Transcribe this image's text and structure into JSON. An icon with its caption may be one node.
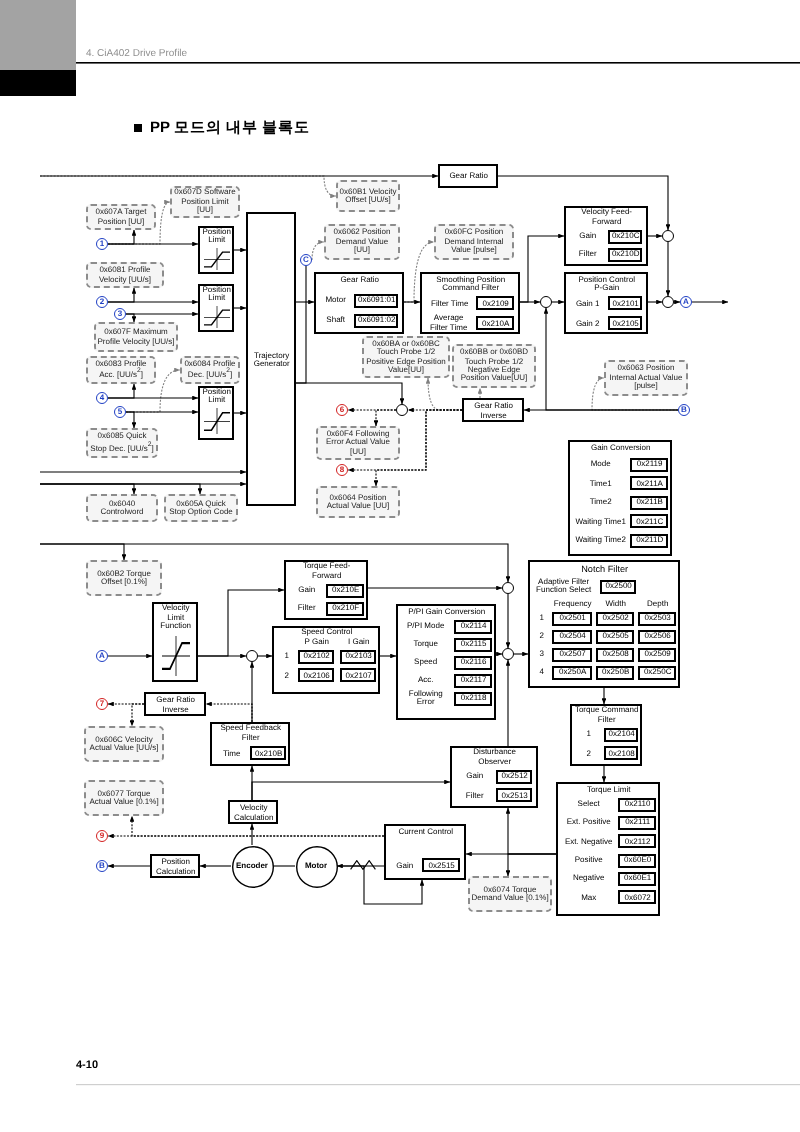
{
  "diagram": {
    "title": "PP 모드의 내부 블록도",
    "nodes": [
      {
        "text": [
          "0x607D Software Position Limit [UU]"
        ]
      },
      {
        "text": [
          "0x60B1 Velocity Offset [UU/s]"
        ]
      },
      {
        "text": [
          "Gear Ratio"
        ]
      },
      {
        "text": [
          "0x607A Target Position [UU]"
        ]
      },
      {
        "text": [
          "1"
        ]
      },
      {
        "text": [
          "Position Limit"
        ]
      },
      {
        "text": [
          "Trajectory Generator"
        ]
      },
      {
        "text": [
          "0x6062 Position Demand Value [UU]"
        ]
      },
      {
        "text": [
          "0x60FC Position Demand Internal Value [pulse]"
        ]
      },
      {
        "text": [
          "Velocity Feed-Forward",
          "Gain",
          "Filter"
        ]
      },
      {
        "text": [
          "0x210C"
        ],
        "in": 9
      },
      {
        "text": [
          "0x210D"
        ],
        "in": 9
      },
      {
        "text": [],
        "shape": "circle"
      },
      {
        "text": [
          "C"
        ]
      },
      {
        "text": [
          "0x6081 Profile Velocity [UU/s]"
        ]
      },
      {
        "text": [
          "Gear Ratio",
          "Motor",
          "Shaft"
        ]
      },
      {
        "text": [
          "0x6091:01"
        ],
        "in": 15
      },
      {
        "text": [
          "0x6091:02"
        ],
        "in": 15
      },
      {
        "text": [
          "Smoothing Position Command Filter",
          "Filter Time",
          "Average Filter Time"
        ]
      },
      {
        "text": [
          "0x2109"
        ],
        "in": 18
      },
      {
        "text": [
          "0x210A"
        ],
        "in": 18
      },
      {
        "text": [],
        "shape": "circle"
      },
      {
        "text": [
          "Position Control P-Gain",
          "Gain 1",
          "Gain 2"
        ]
      },
      {
        "text": [
          "0x2101"
        ],
        "in": 22
      },
      {
        "text": [
          "0x2105"
        ],
        "in": 22
      },
      {
        "text": [],
        "shape": "circle"
      },
      {
        "text": [
          "A"
        ]
      },
      {
        "text": [
          "2"
        ]
      },
      {
        "text": [
          "3"
        ]
      },
      {
        "text": [
          "Position Limit"
        ]
      },
      {
        "text": [
          "0x607F Maximum Profile Velocity [UU/s]"
        ]
      },
      {
        "text": [
          "0x60BA or 0x60BC Touch Probe 1/2 Positive Edge Position Value[UU]"
        ]
      },
      {
        "text": [
          "0x60BB or 0x60BD Touch Probe 1/2 Negative Edge Position Value[UU]"
        ]
      },
      {
        "text": [
          "0x6063 Position Internal Actual Value [pulse]"
        ]
      },
      {
        "text": [
          "0x6083 Profile Acc. [UU/s$^{2}$]"
        ]
      },
      {
        "text": [
          "0x6084 Profile Dec. [UU/s$^{2}$]"
        ]
      },
      {
        "text": [
          "4"
        ]
      },
      {
        "text": [
          "5"
        ]
      },
      {
        "text": [
          "Position Limit"
        ]
      },
      {
        "text": [],
        "shape": "circle"
      },
      {
        "text": [
          "6"
        ]
      },
      {
        "text": [
          "Gear Ratio Inverse"
        ]
      },
      {
        "text": [
          "B"
        ]
      },
      {
        "text": [
          "0x60F4 Following Error Actual Value [UU]"
        ]
      },
      {
        "text": [
          "0x6085 Quick Stop Dec. [UU/s$^{2}$]"
        ]
      },
      {
        "text": [
          "Gain Conversion",
          "Mode",
          "Time1",
          "Time2",
          "Waiting Time1",
          "Waiting Time2"
        ]
      },
      {
        "text": [
          "0x2119"
        ],
        "in": 45
      },
      {
        "text": [
          "0x211A"
        ],
        "in": 45
      },
      {
        "text": [
          "0x211B"
        ],
        "in": 45
      },
      {
        "text": [
          "0x211C"
        ],
        "in": 45
      },
      {
        "text": [
          "0x211D"
        ],
        "in": 45
      },
      {
        "text": [
          "8"
        ]
      },
      {
        "text": [
          "0x6064 Position Actual Value [UU]"
        ]
      },
      {
        "text": [
          "0x6040 Controlword"
        ]
      },
      {
        "text": [
          "0x605A Quick Stop Option Code"
        ]
      },
      {
        "text": [
          "0x60B2 Torque Offset [0.1%]"
        ]
      },
      {
        "text": [
          "Torque Feed-Forward",
          "Gain",
          "Filter"
        ]
      },
      {
        "text": [
          "0x210E"
        ],
        "in": 56
      },
      {
        "text": [
          "0x210F"
        ],
        "in": 56
      },
      {
        "text": [],
        "shape": "circle"
      },
      {
        "text": [
          "Notch Filter",
          "Adaptive Filter Function Select",
          "Frequency",
          "Width",
          "Depth",
          "1",
          "2",
          "3",
          "4"
        ]
      },
      {
        "text": [
          "0x2500"
        ],
        "in": 60
      },
      {
        "text": [
          "0x2501"
        ],
        "in": 60
      },
      {
        "text": [
          "0x2502"
        ],
        "in": 60
      },
      {
        "text": [
          "0x2503"
        ],
        "in": 60
      },
      {
        "text": [
          "0x2504"
        ],
        "in": 60
      },
      {
        "text": [
          "0x2505"
        ],
        "in": 60
      },
      {
        "text": [
          "0x2506"
        ],
        "in": 60
      },
      {
        "text": [
          "0x2507"
        ],
        "in": 60
      },
      {
        "text": [
          "0x2508"
        ],
        "in": 60
      },
      {
        "text": [
          "0x2509"
        ],
        "in": 60
      },
      {
        "text": [
          "0x250A"
        ],
        "in": 60
      },
      {
        "text": [
          "0x250B"
        ],
        "in": 60
      },
      {
        "text": [
          "0x250C"
        ],
        "in": 60
      },
      {
        "text": [
          "P/PI Gain Conversion",
          "P/PI Mode",
          "Torque",
          "Speed",
          "Acc.",
          "Following Error"
        ]
      },
      {
        "text": [
          "0x2114"
        ],
        "in": 74
      },
      {
        "text": [
          "0x2115"
        ],
        "in": 74
      },
      {
        "text": [
          "0x2116"
        ],
        "in": 74
      },
      {
        "text": [
          "0x2117"
        ],
        "in": 74
      },
      {
        "text": [
          "0x2118"
        ],
        "in": 74
      },
      {
        "text": [
          "Velocity Limit Function"
        ]
      },
      {
        "text": [
          "A"
        ]
      },
      {
        "text": [],
        "shape": "circle"
      },
      {
        "text": [
          "Speed Control",
          "P Gain",
          "I Gain",
          "1",
          "2"
        ]
      },
      {
        "text": [
          "0x2102"
        ],
        "in": 83
      },
      {
        "text": [
          "0x2103"
        ],
        "in": 83
      },
      {
        "text": [
          "0x2106"
        ],
        "in": 83
      },
      {
        "text": [
          "0x2107"
        ],
        "in": 83
      },
      {
        "text": [],
        "shape": "circle"
      },
      {
        "text": [
          "7"
        ]
      },
      {
        "text": [
          "Gear Ratio Inverse"
        ]
      },
      {
        "text": [
          "Torque Command Filter",
          "1",
          "2"
        ]
      },
      {
        "text": [
          "0x2104"
        ],
        "in": 91
      },
      {
        "text": [
          "0x2108"
        ],
        "in": 91
      },
      {
        "text": [
          "Speed Feedback Filter",
          "Time"
        ]
      },
      {
        "text": [
          "0x210B"
        ],
        "in": 94
      },
      {
        "text": [
          "0x606C Velocity Actual Value [UU/s]"
        ]
      },
      {
        "text": [
          "Disturbance Observer",
          "Gain",
          "Filter"
        ]
      },
      {
        "text": [
          "0x2512"
        ],
        "in": 97
      },
      {
        "text": [
          "0x2513"
        ],
        "in": 97
      },
      {
        "text": [
          "Torque Limit",
          "Select",
          "Ext. Positive",
          "Ext. Negative",
          "Positive",
          "Negative",
          "Max"
        ]
      },
      {
        "text": [
          "0x2110"
        ],
        "in": 100
      },
      {
        "text": [
          "0x2111"
        ],
        "in": 100
      },
      {
        "text": [
          "0x2112"
        ],
        "in": 100
      },
      {
        "text": [
          "0x60E0"
        ],
        "in": 100
      },
      {
        "text": [
          "0x60E1"
        ],
        "in": 100
      },
      {
        "text": [
          "0x6072"
        ],
        "in": 100
      },
      {
        "text": [
          "0x6077 Torque Actual Value [0.1%]"
        ]
      },
      {
        "text": [
          "Velocity Calculation"
        ]
      },
      {
        "text": [
          "Current Control",
          "Gain"
        ]
      },
      {
        "text": [
          "0x2515"
        ],
        "in": 109
      },
      {
        "text": [
          "9"
        ]
      },
      {
        "text": [
          "B"
        ]
      },
      {
        "text": [
          "Position Calculation"
        ]
      },
      {
        "text": [
          "Encoder"
        ]
      },
      {
        "text": [
          "Motor"
        ]
      },
      {
        "text": [
          "0x6074 Torque Demand Value [0.1%]"
        ]
      }
    ],
    "edges": [
      {
        "from": null,
        "to": 2,
        "arrow": "to"
      },
      {
        "from": null,
        "to": 1,
        "arrow": "to",
        "style": "dashed",
        "color": "#808080"
      },
      {
        "from": 2,
        "to": 12,
        "arrow": "to"
      },
      {
        "from": 4,
        "to": 5,
        "arrow": "to"
      },
      {
        "from": 4,
        "to": 3,
        "arrow": "to"
      },
      {
        "from": 4,
        "to": 0,
        "arrow": "to",
        "style": "dashed",
        "color": "#808080"
      },
      {
        "from": 5,
        "to": 6,
        "arrow": "to"
      },
      {
        "from": 6,
        "to": 15,
        "arrow": "to"
      },
      {
        "from": 6,
        "to": 13,
        "arrow": "none"
      },
      {
        "from": 13,
        "to": 7,
        "arrow": "to",
        "style": "dashed",
        "color": "#808080"
      },
      {
        "from": 15,
        "to": 18,
        "arrow": "to"
      },
      {
        "from": 15,
        "to": 8,
        "arrow": "to",
        "style": "dashed",
        "color": "#808080"
      },
      {
        "from": 18,
        "to": 21,
        "arrow": "to"
      },
      {
        "from": 18,
        "to": 9,
        "arrow": "to"
      },
      {
        "from": 21,
        "to": 22,
        "arrow": "to"
      },
      {
        "from": 9,
        "to": 12,
        "arrow": "to"
      },
      {
        "from": 12,
        "to": 25,
        "arrow": "to"
      },
      {
        "from": 22,
        "to": 25,
        "arrow": "to"
      },
      {
        "from": 25,
        "to": 26,
        "arrow": "to"
      },
      {
        "from": 26,
        "to": null,
        "arrow": "to"
      },
      {
        "from": 27,
        "to": 29,
        "arrow": "to"
      },
      {
        "from": 27,
        "to": 14,
        "arrow": "to"
      },
      {
        "from": 28,
        "to": 29,
        "arrow": "to"
      },
      {
        "from": 28,
        "to": 30,
        "arrow": "to"
      },
      {
        "from": 29,
        "to": 6,
        "arrow": "to"
      },
      {
        "from": 6,
        "to": 39,
        "arrow": "to"
      },
      {
        "from": 41,
        "to": 31,
        "arrow": "to",
        "style": "dashed",
        "color": "#808080"
      },
      {
        "from": 41,
        "to": 32,
        "arrow": "to",
        "style": "dashed",
        "color": "#808080"
      },
      {
        "from": 42,
        "to": 41,
        "arrow": "to"
      },
      {
        "from": 42,
        "to": 21,
        "arrow": "to"
      },
      {
        "from": 42,
        "to": 33,
        "arrow": "to",
        "style": "dashed",
        "color": "#808080"
      },
      {
        "from": 41,
        "to": 39,
        "arrow": "to",
        "style": "dashed"
      },
      {
        "from": 41,
        "to": 51,
        "arrow": "to",
        "style": "dashed"
      },
      {
        "from": 41,
        "to": 52,
        "arrow": "to",
        "style": "dashed"
      },
      {
        "from": 39,
        "to": 40,
        "arrow": "to",
        "style": "dashed"
      },
      {
        "from": 39,
        "to": 43,
        "arrow": "to",
        "style": "dashed"
      },
      {
        "from": 36,
        "to": 38,
        "arrow": "to"
      },
      {
        "from": 36,
        "to": 34,
        "arrow": "to"
      },
      {
        "from": 37,
        "to": 38,
        "arrow": "to"
      },
      {
        "from": 37,
        "to": 44,
        "arrow": "to"
      },
      {
        "from": 37,
        "to": 35,
        "arrow": "to",
        "style": "dashed",
        "color": "#808080"
      },
      {
        "from": 38,
        "to": 6,
        "arrow": "to"
      },
      {
        "from": null,
        "to": 6,
        "arrow": "to"
      },
      {
        "from": null,
        "to": 6,
        "arrow": "to"
      },
      {
        "from": null,
        "to": 53,
        "arrow": "to"
      },
      {
        "from": null,
        "to": 54,
        "arrow": "to"
      },
      {
        "from": null,
        "to": 59,
        "arrow": "to"
      },
      {
        "from": null,
        "to": 55,
        "arrow": "to"
      },
      {
        "from": 81,
        "to": 80,
        "arrow": "to"
      },
      {
        "from": 80,
        "to": 82,
        "arrow": "to"
      },
      {
        "from": 80,
        "to": 56,
        "arrow": "to"
      },
      {
        "from": 82,
        "to": 83,
        "arrow": "to"
      },
      {
        "from": 83,
        "to": 74,
        "arrow": "to"
      },
      {
        "from": 74,
        "to": 88,
        "arrow": "to"
      },
      {
        "from": 56,
        "to": 59,
        "arrow": "to"
      },
      {
        "from": 59,
        "to": 88,
        "arrow": "to"
      },
      {
        "from": 88,
        "to": 60,
        "arrow": "to"
      },
      {
        "from": 60,
        "to": 91,
        "arrow": "to"
      },
      {
        "from": 91,
        "to": 100,
        "arrow": "to"
      },
      {
        "from": 100,
        "to": 109,
        "arrow": "to"
      },
      {
        "from": 100,
        "to": 97,
        "arrow": "to"
      },
      {
        "from": 100,
        "to": 116,
        "arrow": "to"
      },
      {
        "from": 97,
        "to": 88,
        "arrow": "to"
      },
      {
        "from": 108,
        "to": 97,
        "arrow": "to"
      },
      {
        "from": 108,
        "to": 94,
        "arrow": "to"
      },
      {
        "from": 94,
        "to": 82,
        "arrow": "to"
      },
      {
        "from": 94,
        "to": 90,
        "arrow": "to",
        "style": "dashed"
      },
      {
        "from": 90,
        "to": 89,
        "arrow": "to",
        "style": "dashed"
      },
      {
        "from": 90,
        "to": 96,
        "arrow": "to",
        "style": "dashed"
      },
      {
        "from": 109,
        "to": 115,
        "arrow": "to"
      },
      {
        "from": 115,
        "to": 109,
        "arrow": "to"
      },
      {
        "from": 115,
        "to": 114,
        "arrow": "none"
      },
      {
        "from": 114,
        "to": 108,
        "arrow": "to"
      },
      {
        "from": 114,
        "to": 113,
        "arrow": "to"
      },
      {
        "from": 113,
        "to": 112,
        "arrow": "to"
      },
      {
        "from": 109,
        "to": 111,
        "arrow": "to",
        "style": "dashed"
      },
      {
        "from": 109,
        "to": 107,
        "arrow": "to",
        "style": "dashed"
      }
    ],
    "labels": [
      "4. CiA402 Drive Profile",
      "4-10"
    ]
  }
}
